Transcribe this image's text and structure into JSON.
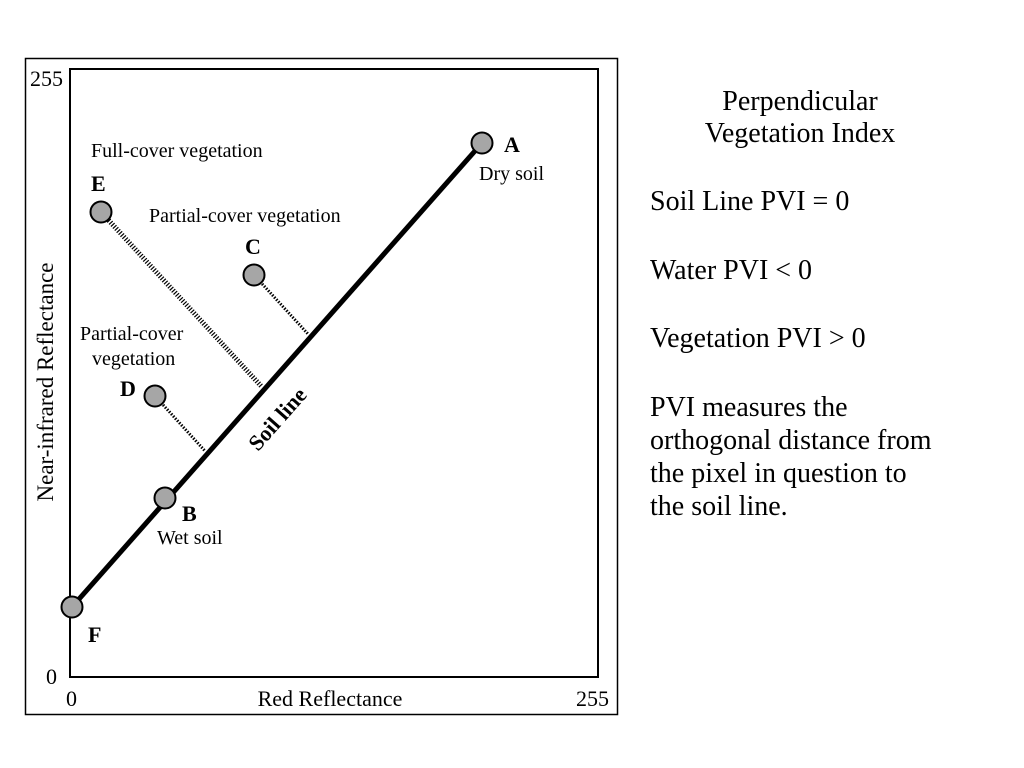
{
  "diagram": {
    "axes": {
      "x_label": "Red Reflectance",
      "y_label": "Near-infrared Reflectance",
      "x_min_label": "0",
      "x_max_label": "255",
      "y_min_label": "0",
      "y_max_label": "255"
    },
    "soil_line_label": "Soil line",
    "points": [
      {
        "id": "A",
        "label": "A",
        "desc": "Dry soil"
      },
      {
        "id": "B",
        "label": "B",
        "desc": "Wet soil"
      },
      {
        "id": "C",
        "label": "C",
        "desc": ""
      },
      {
        "id": "D",
        "label": "D",
        "desc": ""
      },
      {
        "id": "E",
        "label": "E",
        "desc": ""
      },
      {
        "id": "F",
        "label": "F",
        "desc": ""
      }
    ],
    "region_labels": {
      "full_cover": "Full-cover vegetation",
      "partial_cover_1": "Partial-cover vegetation",
      "partial_cover_2_line1": "Partial-cover",
      "partial_cover_2_line2": "vegetation"
    }
  },
  "side": {
    "title_line1": "Perpendicular",
    "title_line2": "Vegetation Index",
    "soil_line_pvi": "Soil Line PVI = 0",
    "water_pvi": "Water PVI < 0",
    "vegetation_pvi": "Vegetation PVI > 0",
    "paragraph": "PVI measures the orthogonal distance from the pixel in question to the soil line."
  },
  "colors": {
    "point_fill": "#a6a6a6",
    "line": "#000000",
    "background": "#ffffff"
  }
}
